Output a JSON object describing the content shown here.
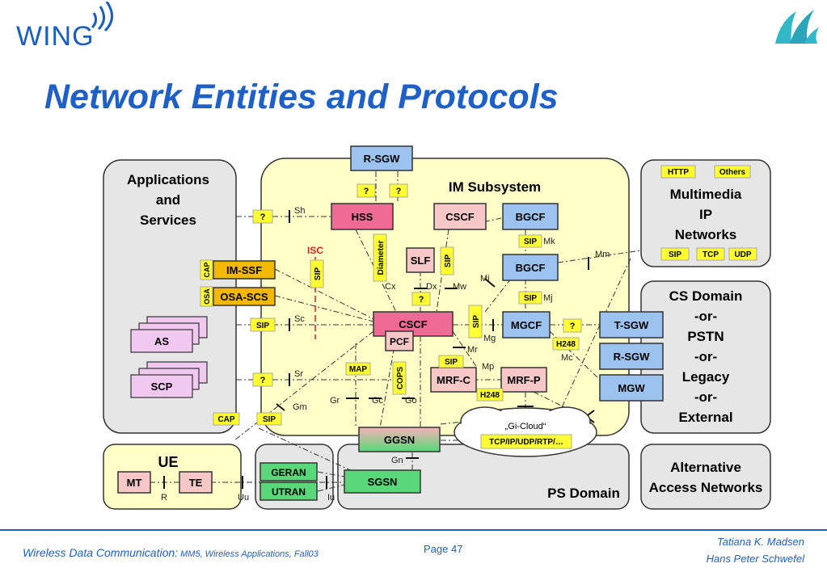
{
  "header": {
    "logo_text": "WING",
    "title": "Network Entities and Protocols",
    "corner_logo": "university-logo-icon"
  },
  "diagram": {
    "regions": {
      "applications": [
        "Applications",
        "and",
        "Services"
      ],
      "im_subsystem": "IM Subsystem",
      "multimedia": [
        "Multimedia",
        "IP",
        "Networks"
      ],
      "cs_domain": [
        "CS Domain",
        "-or-",
        "PSTN",
        "-or-",
        "Legacy",
        "-or-",
        "External"
      ],
      "ue": "UE",
      "ps_domain": "PS Domain",
      "alt_access": [
        "Alternative",
        "Access Networks"
      ]
    },
    "nodes": {
      "r_sgw_top": "R-SGW",
      "hss": "HSS",
      "cscf_top": "CSCF",
      "bgcf_1": "BGCF",
      "bgcf_2": "BGCF",
      "slf": "SLF",
      "im_ssf": "IM-SSF",
      "osa_scs": "OSA-SCS",
      "cscf_main": "CSCF",
      "pcf": "PCF",
      "mgcf": "MGCF",
      "t_sgw": "T-SGW",
      "r_sgw_right": "R-SGW",
      "mgw": "MGW",
      "mrf_c": "MRF-C",
      "mrf_p": "MRF-P",
      "as": "AS",
      "scp": "SCP",
      "ggsn": "GGSN",
      "sgsn": "SGSN",
      "geran": "GERAN",
      "utran": "UTRAN",
      "mt": "MT",
      "te": "TE",
      "gi_cloud": "„Gi-Cloud“"
    },
    "tags": {
      "q1": "?",
      "q2": "?",
      "q_sh": "?",
      "q_sr": "?",
      "q_dx": "?",
      "q_mgcf": "?",
      "http": "HTTP",
      "others": "Others",
      "sip_mm": "SIP",
      "tcp": "TCP",
      "udp": "UDP",
      "sip_bgcf1": "SIP",
      "sip_bgcf2": "SIP",
      "sip_slf": "SIP",
      "sip_mgcf": "SIP",
      "sip_isc": "SIP",
      "sip_sc": "SIP",
      "sip_mr": "SIP",
      "sip_bottom": "SIP",
      "cap_bottom": "CAP",
      "cap_side": "CAP",
      "osa_side": "OSA",
      "diameter": "Diameter",
      "map": "MAP",
      "cops": "COPS",
      "h248_1": "H248",
      "h248_2": "H248",
      "tcp_ip": "TCP/IP/UDP/RTP/…"
    },
    "labels": {
      "sh": "Sh",
      "isc": "ISC",
      "cx": "Cx",
      "dx": "Dx",
      "mw": "Mw",
      "mk": "Mk",
      "mm": "Mm",
      "mi": "Mi",
      "mj": "Mj",
      "mg": "Mg",
      "mc": "Mc",
      "mr": "Mr",
      "mp": "Mp",
      "sc": "Sc",
      "sr": "Sr",
      "gm": "Gm",
      "gr": "Gr",
      "gc": "Gc",
      "go": "Go",
      "gn": "Gn",
      "r": "R",
      "uu": "Uu",
      "iu": "Iu"
    }
  },
  "footer": {
    "course_main": "Wireless Data Communication:",
    "course_sub": " MM5, Wireless Applications, Fall03",
    "page": "Page 47",
    "author1": "Tatiana K. Madsen",
    "author2": "Hans Peter Schwefel"
  }
}
